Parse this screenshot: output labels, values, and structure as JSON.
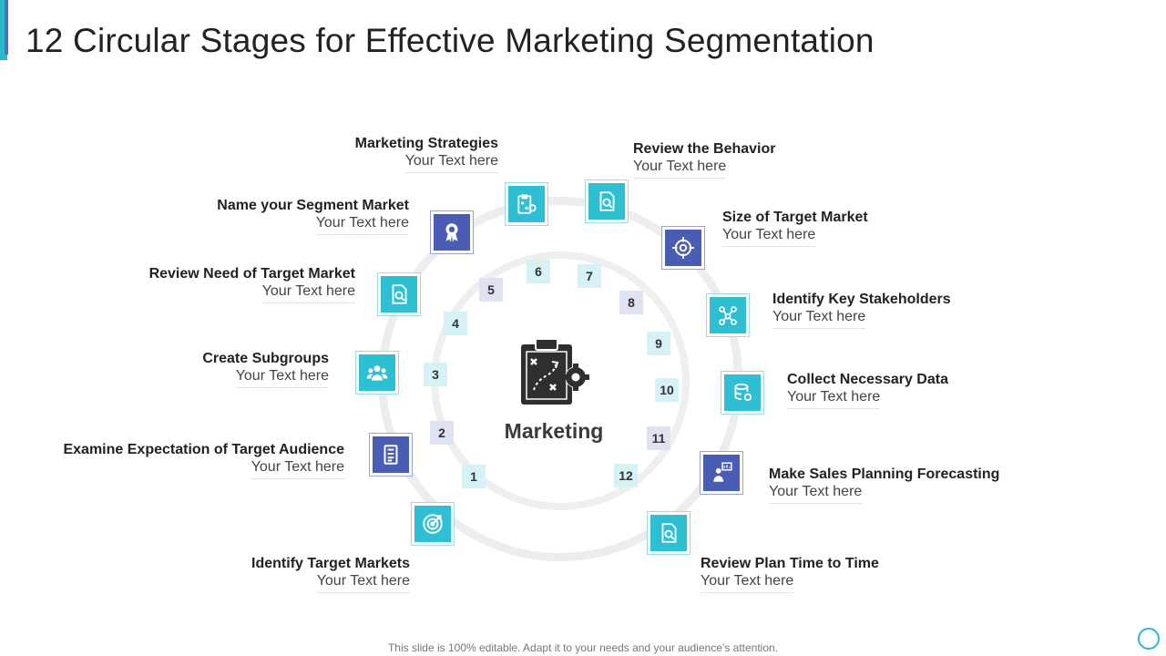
{
  "title": "12  Circular Stages for Effective Marketing Segmentation",
  "center": {
    "label": "Marketing",
    "icon": "clipboard-strategy-gear-icon"
  },
  "footer": "This slide is 100% editable. Adapt it to your needs and your audience’s attention.",
  "colors": {
    "teal": "#2fbfd3",
    "blue": "#4a5db5",
    "ring": "#ededed"
  },
  "stages": [
    {
      "number": "1",
      "title": "Identify Target Markets",
      "text": "Your Text here",
      "icon": "target-icon"
    },
    {
      "number": "2",
      "title": "Examine Expectation of Target Audience",
      "text": "Your Text here",
      "icon": "document-list-icon"
    },
    {
      "number": "3",
      "title": "Create Subgroups",
      "text": "Your Text here",
      "icon": "group-icon"
    },
    {
      "number": "4",
      "title": "Review Need of Target Market",
      "text": "Your Text here",
      "icon": "document-search-icon"
    },
    {
      "number": "5",
      "title": "Name your Segment Market",
      "text": "Your Text here",
      "icon": "award-badge-icon"
    },
    {
      "number": "6",
      "title": "Marketing Strategies",
      "text": "Your Text here",
      "icon": "clipboard-gear-icon"
    },
    {
      "number": "7",
      "title": "Review the Behavior",
      "text": "Your Text here",
      "icon": "document-search-icon"
    },
    {
      "number": "8",
      "title": "Size of Target Market",
      "text": "Your Text here",
      "icon": "crosshair-icon"
    },
    {
      "number": "9",
      "title": "Identify Key Stakeholders",
      "text": "Your Text here",
      "icon": "network-icon"
    },
    {
      "number": "10",
      "title": "Collect Necessary Data",
      "text": "Your Text here",
      "icon": "database-icon"
    },
    {
      "number": "11",
      "title": "Make Sales Planning Forecasting",
      "text": "Your Text here",
      "icon": "presenter-chart-icon"
    },
    {
      "number": "12",
      "title": "Review Plan Time to Time",
      "text": "Your Text here",
      "icon": "document-search-icon"
    }
  ]
}
